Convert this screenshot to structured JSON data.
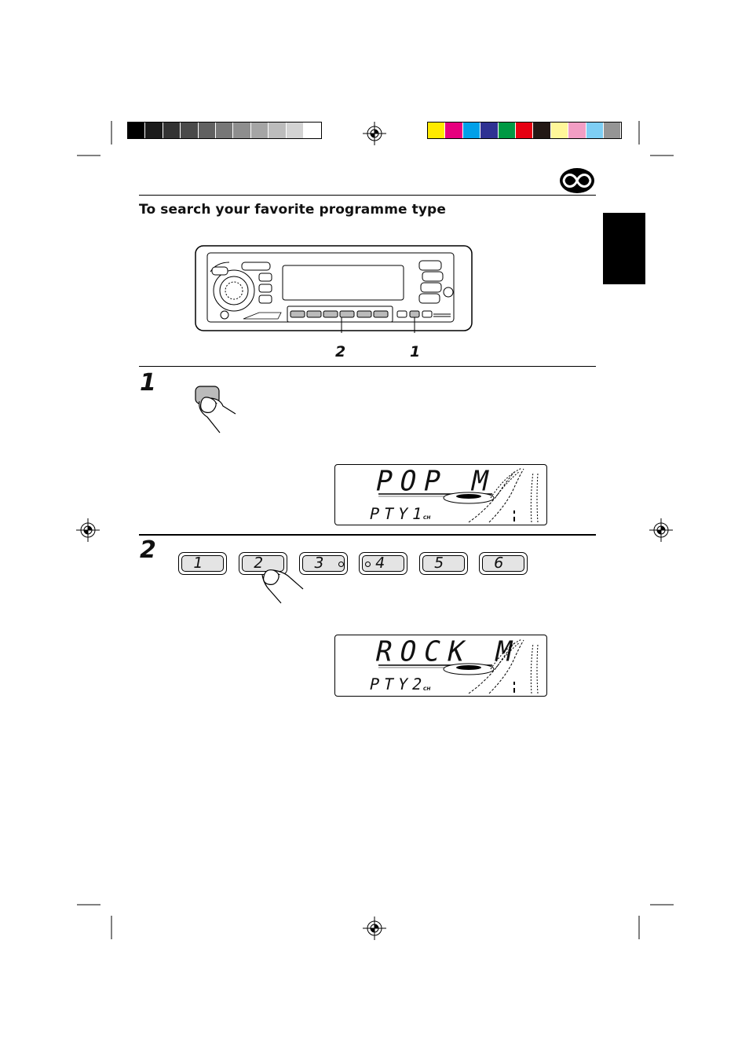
{
  "calibration": {
    "gray_patches": [
      "#000000",
      "#1b1b1b",
      "#333333",
      "#4a4a4a",
      "#616161",
      "#777777",
      "#8e8e8e",
      "#a5a5a5",
      "#bcbcbc",
      "#d3d3d3",
      "#ffffff"
    ],
    "color_patches": [
      "#ffea00",
      "#e6007e",
      "#00a0e9",
      "#2e3192",
      "#009944",
      "#e60012",
      "#231815",
      "#fff799",
      "#f29ec4",
      "#7ecef4",
      "#959595"
    ]
  },
  "section_heading": "To search your favorite programme type",
  "radio_illustration": {
    "callout_left": "2",
    "callout_right": "1"
  },
  "step1": {
    "number": "1",
    "display_main": "POP M",
    "display_sub": "PTY1",
    "display_ch": "CH"
  },
  "step2": {
    "number": "2",
    "presets": [
      {
        "label": "1"
      },
      {
        "label": "2"
      },
      {
        "label": "3"
      },
      {
        "label": "4"
      },
      {
        "label": "5"
      },
      {
        "label": "6"
      }
    ],
    "display_main": "ROCK M",
    "display_sub": "PTY2",
    "display_ch": "CH"
  },
  "icons": {
    "language_badge": "disc-logo-icon",
    "registration_marks": "crosshair-icon"
  }
}
